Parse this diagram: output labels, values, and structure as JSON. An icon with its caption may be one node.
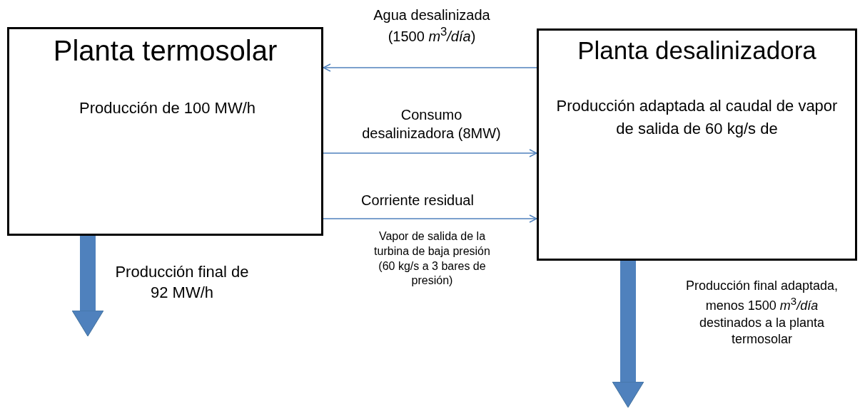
{
  "diagram": {
    "nodes": [
      {
        "text": [
          "Planta termosolar",
          "Producción de 100 MW/h"
        ]
      },
      {
        "text": [
          "Planta desalinizadora",
          "Producción adaptada al caudal de vapor de salida de 60 kg/s de"
        ]
      }
    ],
    "edges": [
      {
        "from": 1,
        "to": 0,
        "arrow": "to",
        "label": "Agua desalinizada (1500 *m*$^{3}$*/día*)"
      },
      {
        "from": 0,
        "to": 1,
        "arrow": "to",
        "label": "Consumo desalinizadora (8MW)"
      },
      {
        "from": 0,
        "to": 1,
        "arrow": "to",
        "label": "Corriente residual"
      },
      {
        "from": 0,
        "to": null,
        "arrow": "to",
        "style": "thick",
        "label": "Producción final de 92 MW/h"
      },
      {
        "from": 1,
        "to": null,
        "arrow": "to",
        "style": "thick",
        "label": "Producción final adaptada, menos 1500 *m*$^{3}$*/día* destinados a la planta termosolar"
      }
    ],
    "labels": [
      "Vapor de salida de la turbina de baja presión (60 kg/s a 3 bares de presión)"
    ]
  }
}
